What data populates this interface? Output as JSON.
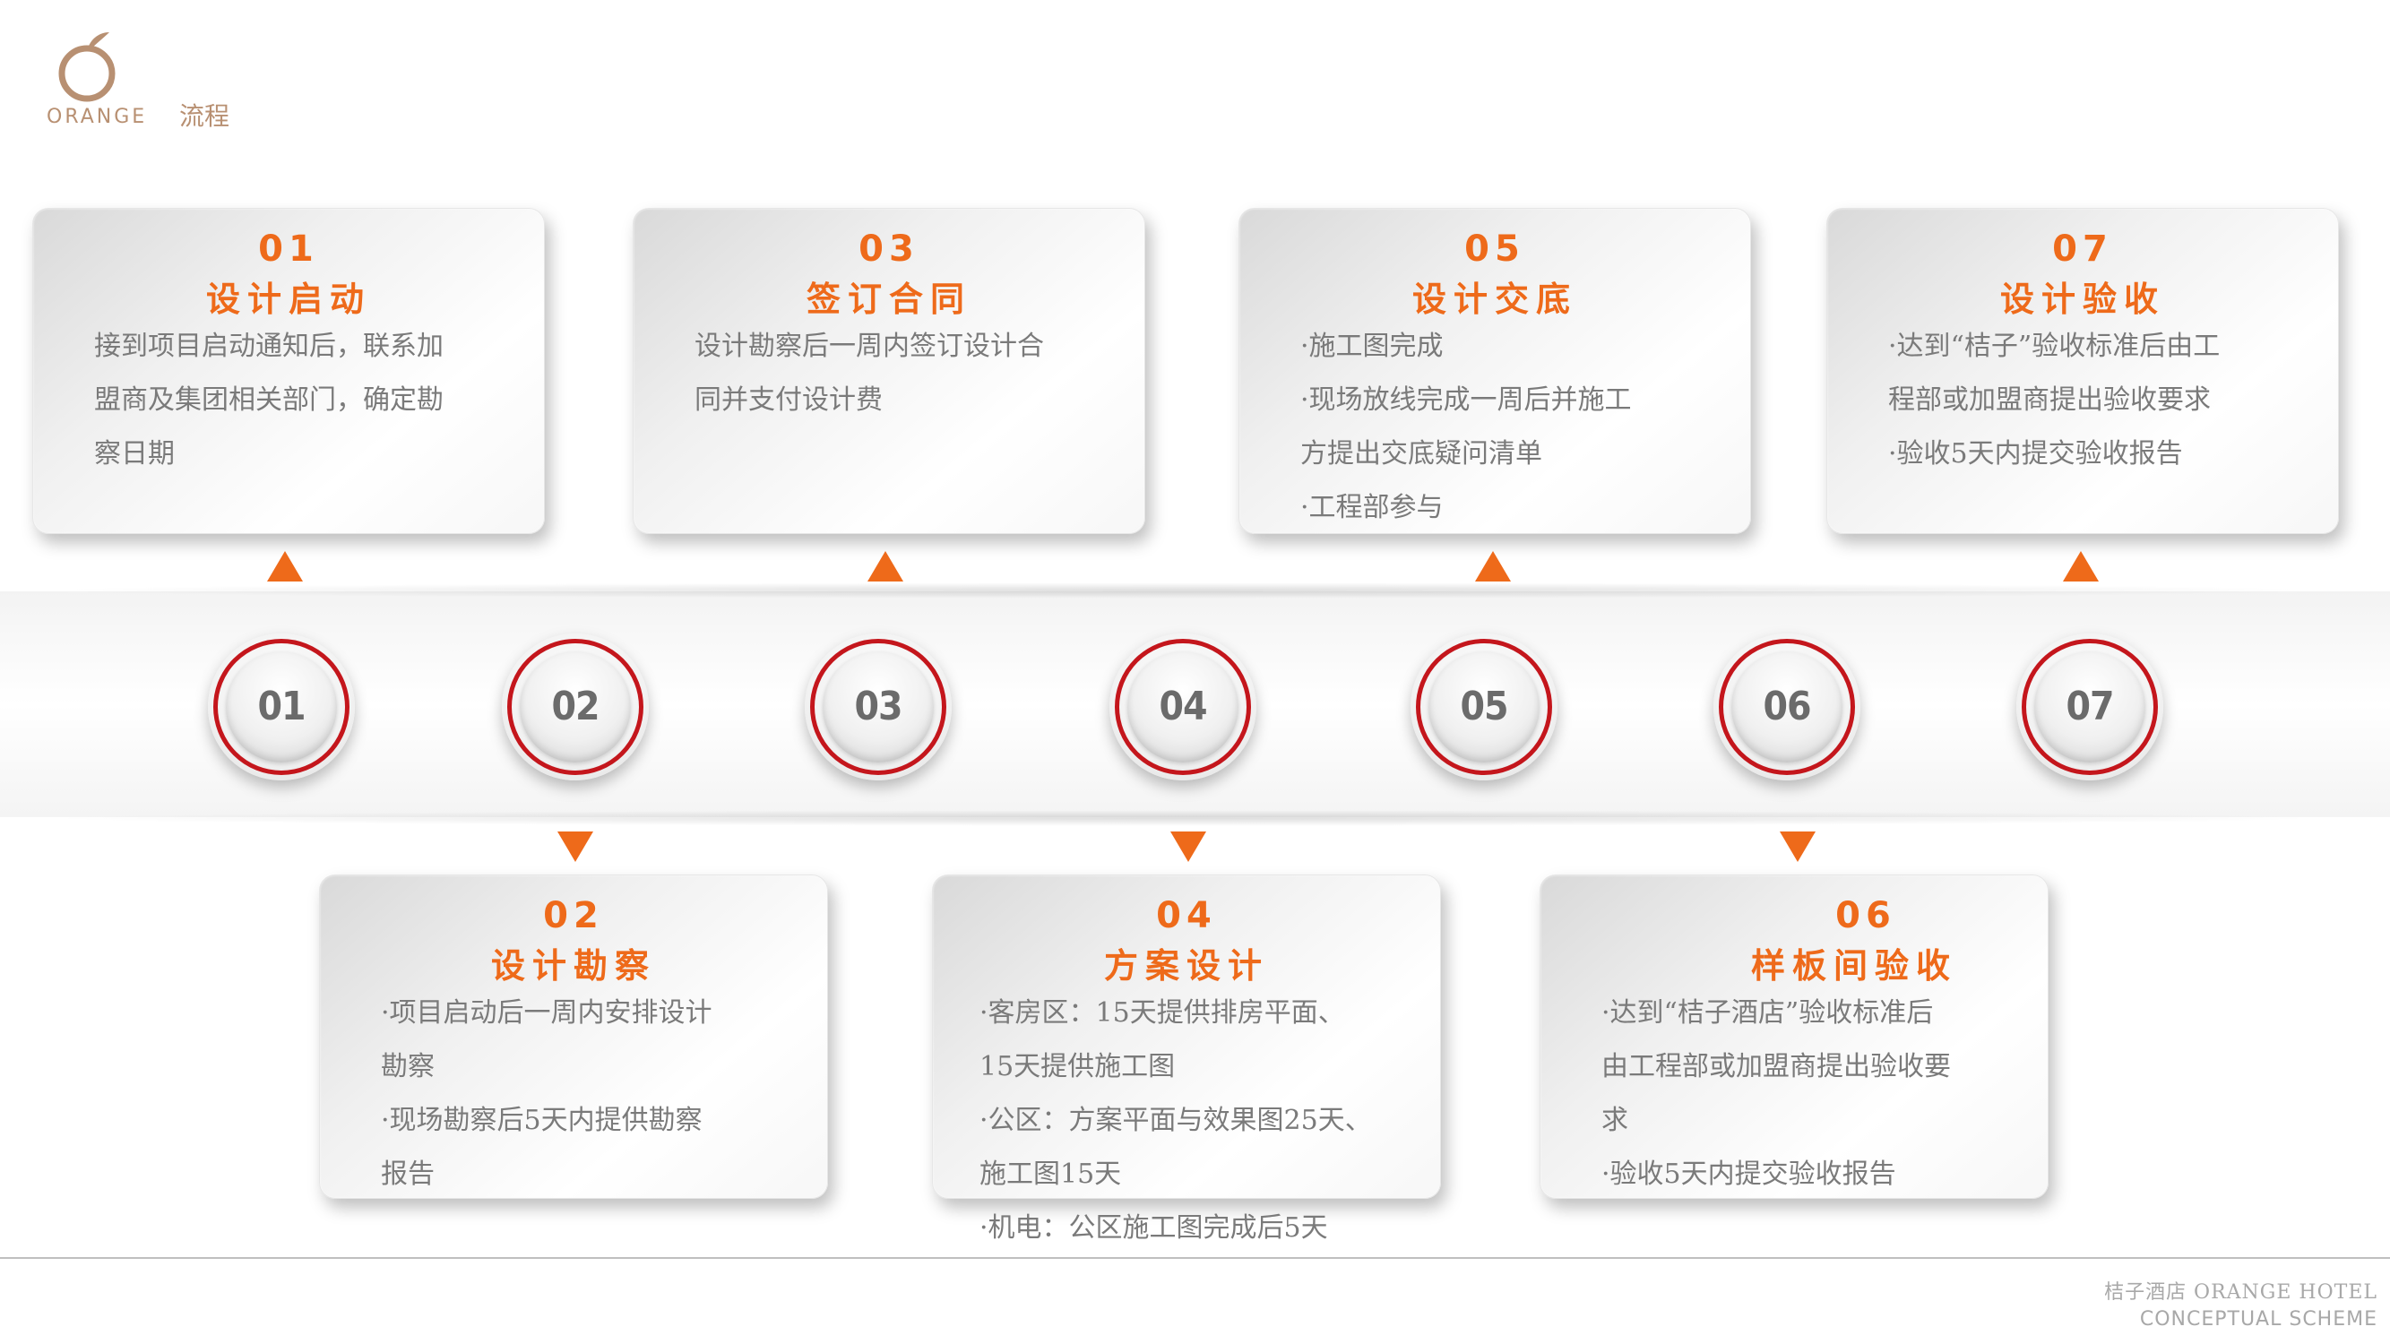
{
  "header": {
    "logo_text": "ORANGE",
    "section_title": "流程"
  },
  "colors": {
    "accent": "#ee6a1a",
    "ring": "#c4161c",
    "logo": "#b89072",
    "body_text": "#7a7a7a"
  },
  "steps": [
    "01",
    "02",
    "03",
    "04",
    "05",
    "06",
    "07"
  ],
  "cards": {
    "c01": {
      "num": "01",
      "title": "设计启动",
      "body": "接到项目启动通知后，联系加\n盟商及集团相关部门，确定勘\n察日期"
    },
    "c03": {
      "num": "03",
      "title": "签订合同",
      "body": "设计勘察后一周内签订设计合\n同并支付设计费"
    },
    "c05": {
      "num": "05",
      "title": "设计交底",
      "body": "·施工图完成\n·现场放线完成一周后并施工\n方提出交底疑问清单\n·工程部参与"
    },
    "c07": {
      "num": "07",
      "title": "设计验收",
      "body": "·达到“桔子”验收标准后由工\n程部或加盟商提出验收要求\n·验收5天内提交验收报告"
    },
    "c02": {
      "num": "02",
      "title": "设计勘察",
      "body": "·项目启动后一周内安排设计\n勘察\n·现场勘察后5天内提供勘察\n报告"
    },
    "c04": {
      "num": "04",
      "title": "方案设计",
      "body": "·客房区：15天提供排房平面、\n15天提供施工图\n·公区：方案平面与效果图25天、\n施工图15天\n·机电：公区施工图完成后5天"
    },
    "c06": {
      "num": "06",
      "title": "样板间验收",
      "body": "·达到“桔子酒店”验收标准后\n由工程部或加盟商提出验收要\n求\n·验收5天内提交验收报告"
    }
  },
  "footer": {
    "line1": "桔子酒店   ORANGE  HOTEL",
    "line2": "CONCEPTUAL SCHEME"
  }
}
